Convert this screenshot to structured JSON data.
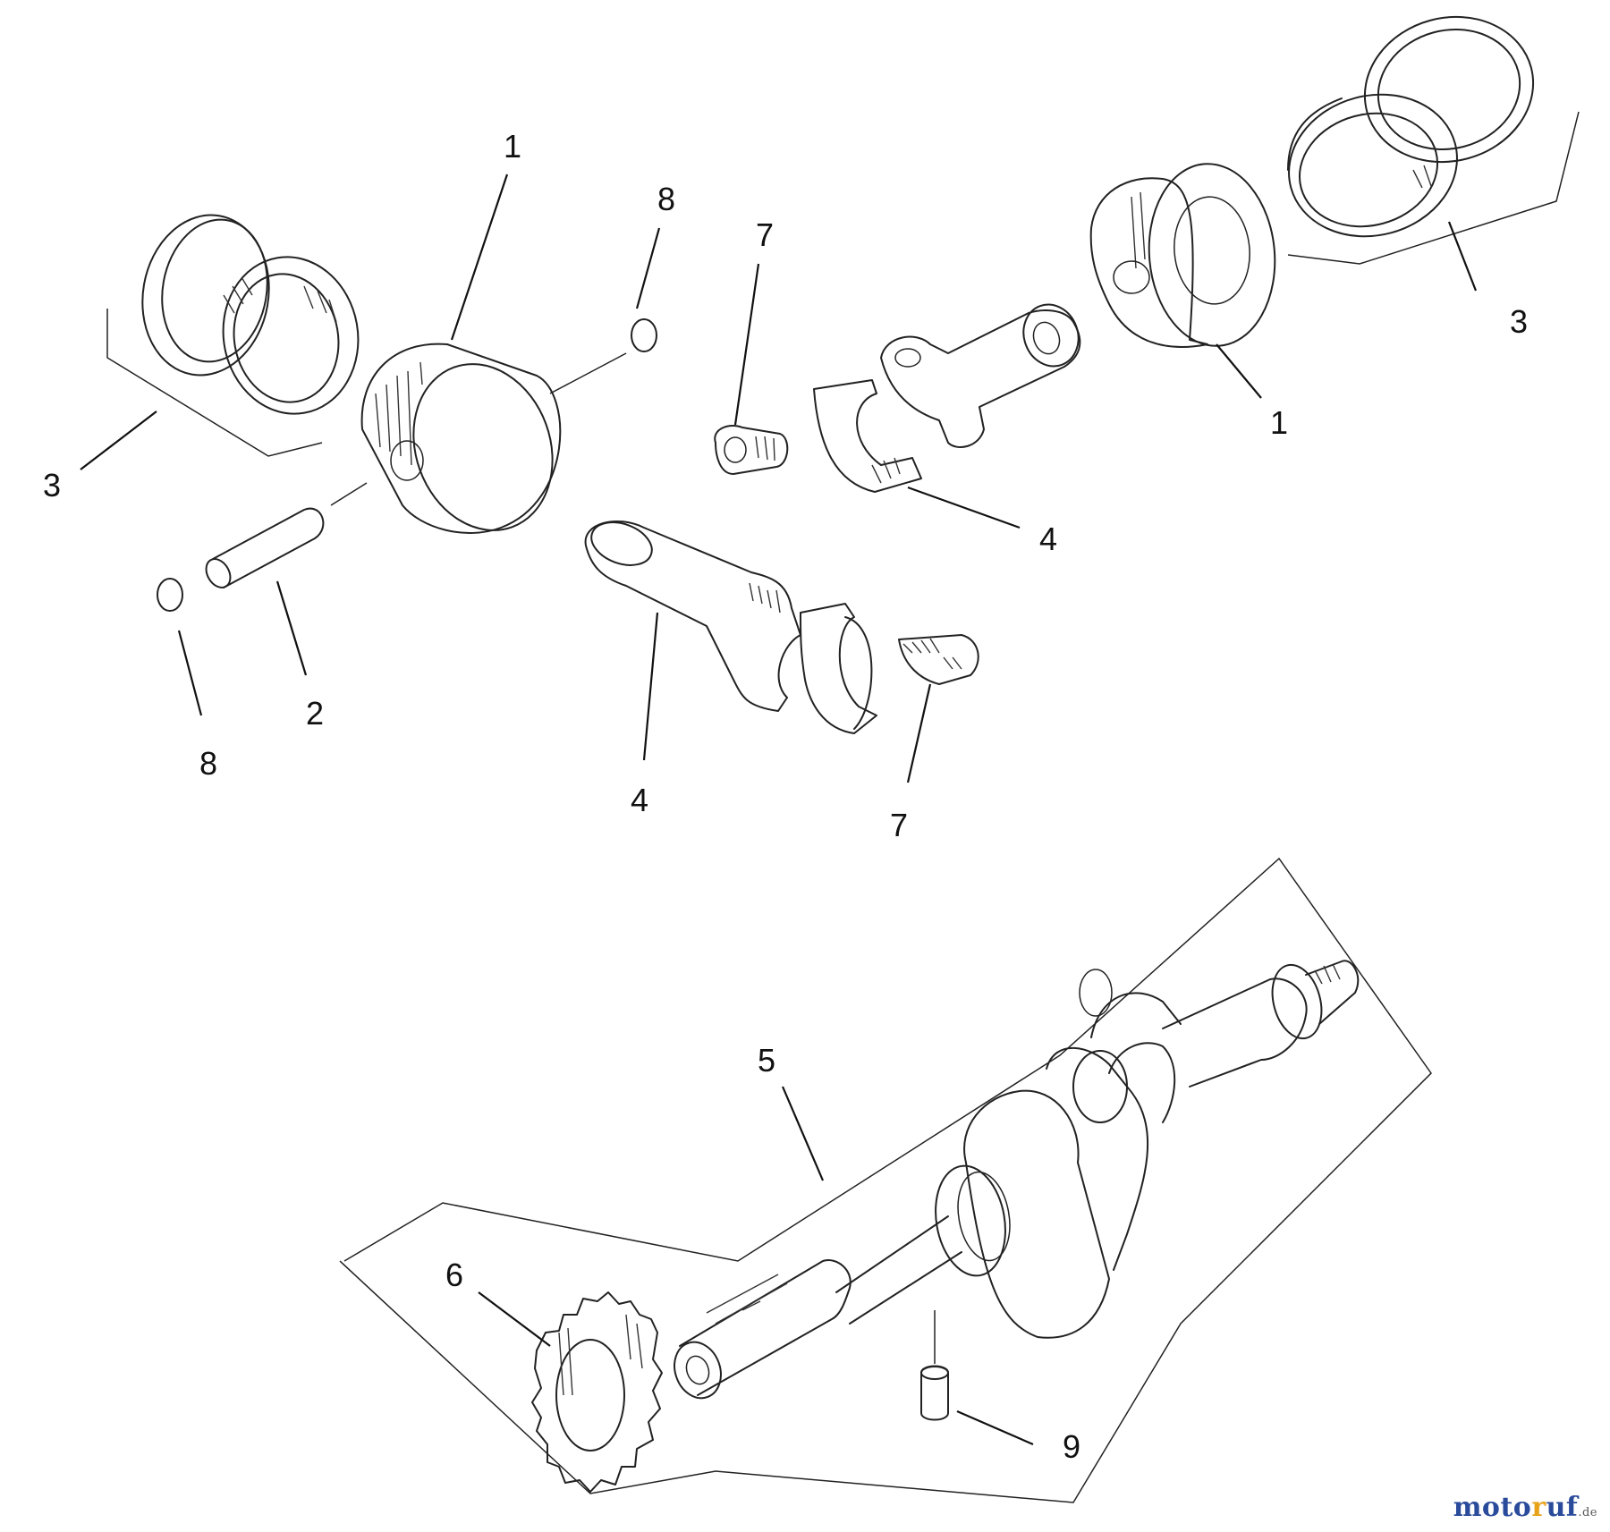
{
  "callouts": {
    "c1a": "1",
    "c1b": "1",
    "c2": "2",
    "c3a": "3",
    "c3b": "3",
    "c4a": "4",
    "c4b": "4",
    "c5": "5",
    "c6": "6",
    "c7a": "7",
    "c7b": "7",
    "c8a": "8",
    "c8b": "8",
    "c9": "9"
  },
  "watermark": {
    "part1": "moto",
    "part2": "r",
    "part3": "uf",
    "suffix": ".de"
  }
}
